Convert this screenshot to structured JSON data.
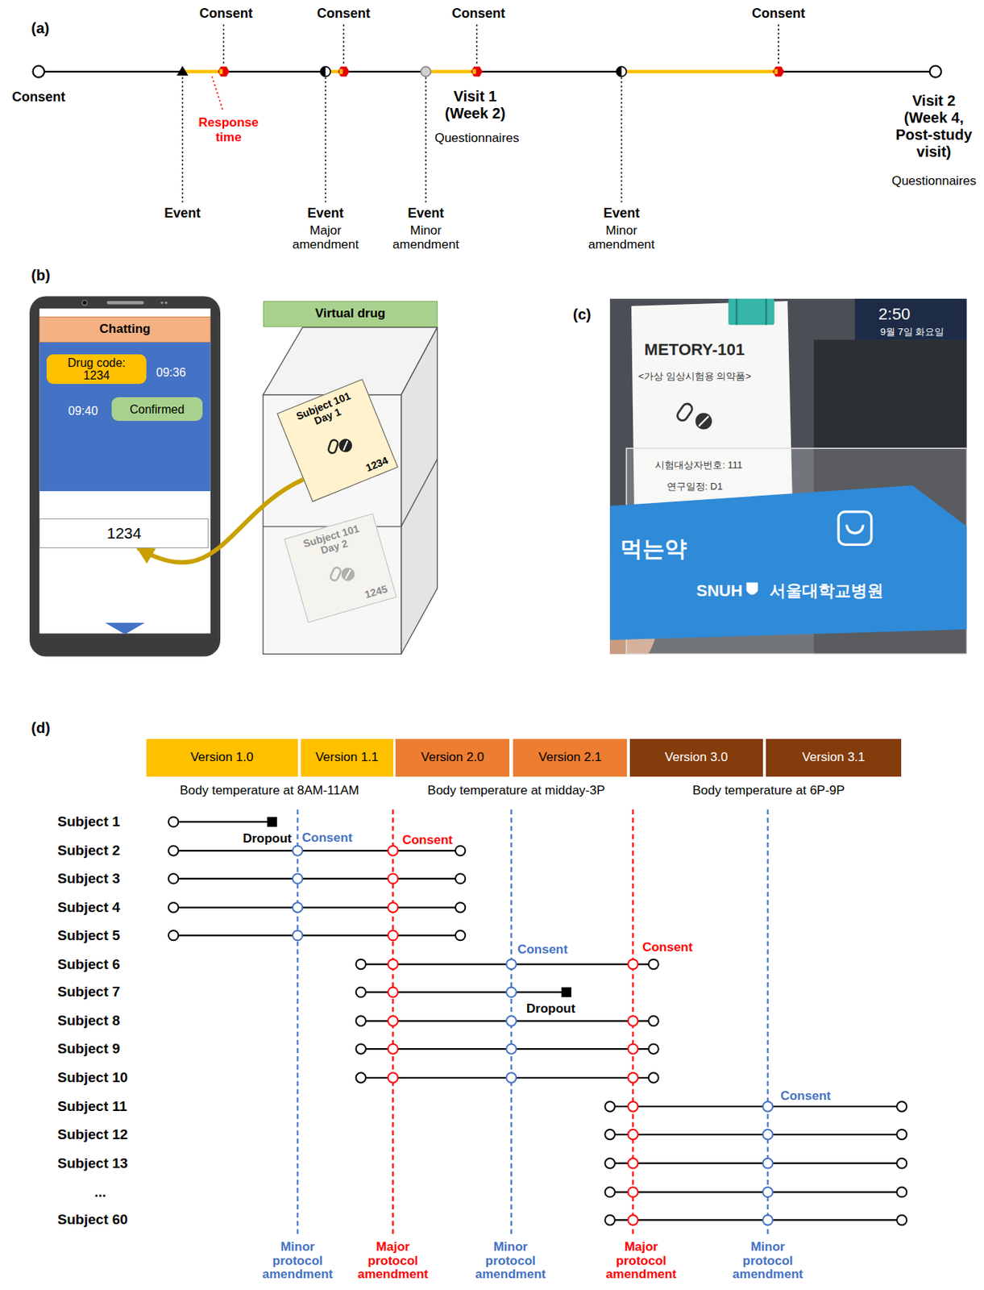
{
  "diagram": {
    "nodes": [
      {
        "text": [
          "Chatting"
        ]
      },
      {
        "text": [
          "Drug code: 1234"
        ]
      },
      {
        "text": [
          "Confirmed"
        ]
      },
      {
        "text": [
          "1234"
        ]
      },
      {
        "text": [
          "Virtual drug"
        ]
      },
      {
        "text": [
          "Subject 101 Day 1",
          "1234"
        ]
      },
      {
        "text": [
          "Subject 101 Day 2",
          "1245"
        ]
      },
      {
        "text": [
          "Version 1.0"
        ]
      },
      {
        "text": [
          "Version 1.1"
        ]
      },
      {
        "text": [
          "Version 2.0"
        ]
      },
      {
        "text": [
          "Version 2.1"
        ]
      },
      {
        "text": [
          "Version 3.0"
        ]
      },
      {
        "text": [
          "Version 3.1"
        ]
      }
    ],
    "edges": [
      {
        "from": 5,
        "to": 3,
        "arrow": "to"
      }
    ],
    "labels": [
      "(a)",
      "Consent",
      "Consent",
      "Consent",
      "Consent",
      "Consent",
      "Response time",
      "Visit 1 (Week 2)",
      "Questionnaires",
      "Visit 2 (Week 4, Post-study visit)",
      "Questionnaires",
      "Event",
      "Event",
      "Major amendment",
      "Event",
      "Minor amendment",
      "Event",
      "Minor amendment",
      "(b)",
      "09:36",
      "09:40",
      "(c)",
      "METORY-101",
      "<가상 임상시험용 의약품>",
      "시험대상자번호: 111",
      "연구일정: D1",
      "먹는약",
      "SNUH",
      "서울대학교병원",
      "2:50",
      "9월 7일 화요일",
      "(d)",
      "Body temperature at 8AM-11AM",
      "Body temperature at midday-3P",
      "Body temperature at 6P-9P",
      "Subject 1",
      "Subject 2",
      "Subject 3",
      "Subject 4",
      "Subject 5",
      "Subject 6",
      "Subject 7",
      "Subject 8",
      "Subject 9",
      "Subject 10",
      "Subject 11",
      "Subject 12",
      "Subject 13",
      "...",
      "Subject 60",
      "Dropout",
      "Consent",
      "Consent",
      "Consent",
      "Consent",
      "Dropout",
      "Consent",
      "Minor protocol amendment",
      "Major protocol amendment",
      "Minor protocol amendment",
      "Major protocol amendment",
      "Minor protocol amendment"
    ]
  }
}
